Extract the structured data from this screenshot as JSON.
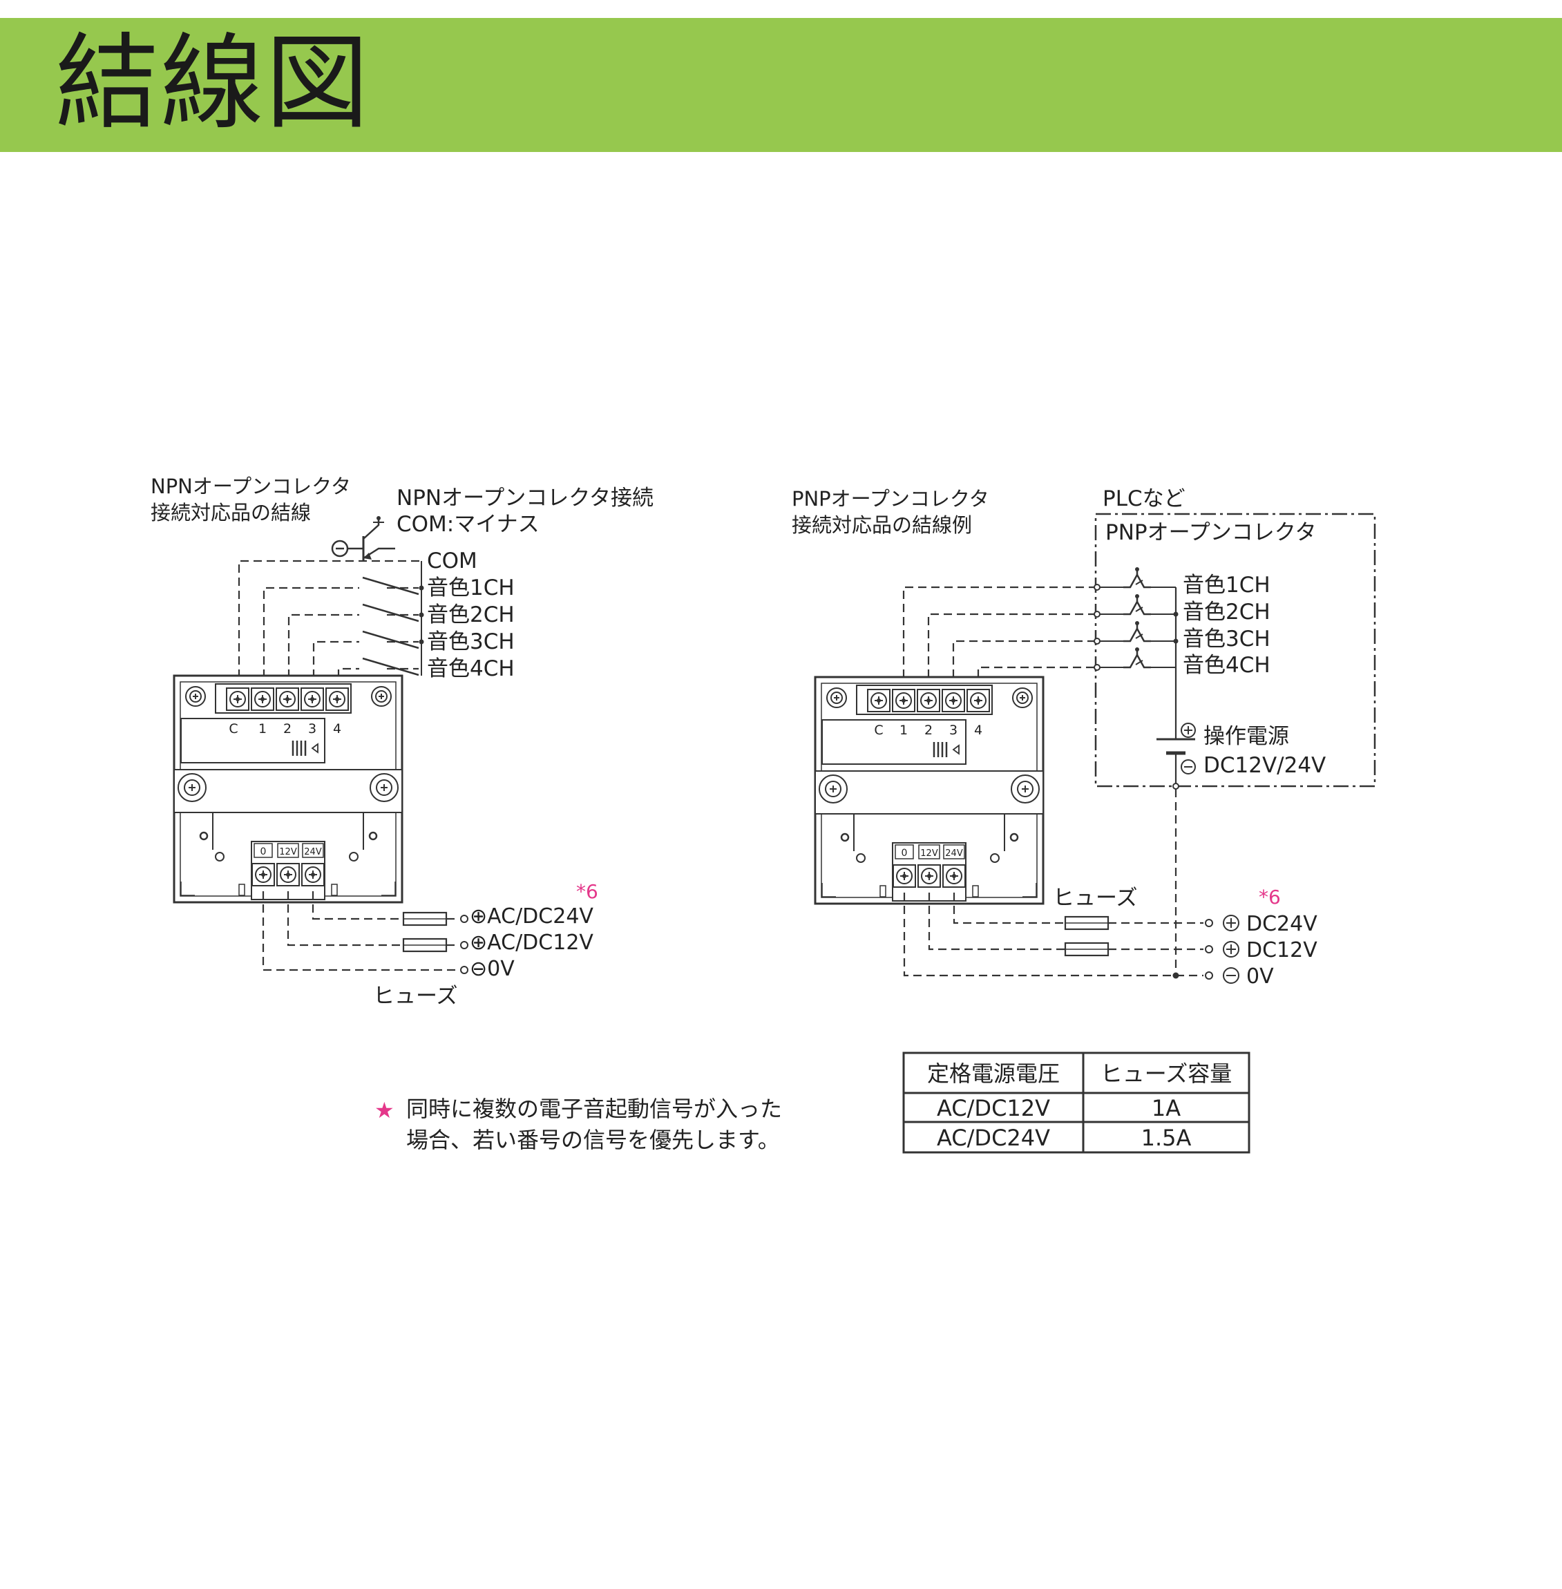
{
  "title": "結線図",
  "npn": {
    "caption1": "NPNオープンコレクタ",
    "caption2": "接続対応品の結線",
    "com_caption1": "NPNオープンコレクタ接続",
    "com_caption2": "COM:マイナス",
    "com_label": "COM",
    "ch1": "音色1CH",
    "ch2": "音色2CH",
    "ch3": "音色3CH",
    "ch4": "音色4CH",
    "terminals": [
      "C",
      "1",
      "2",
      "3",
      "4"
    ],
    "power_terminals": [
      "0",
      "12V",
      "24V"
    ],
    "supply_24": "⊕AC/DC24V",
    "supply_12": "⊕AC/DC12V",
    "supply_0": "⊖0V",
    "fuse_label": "ヒューズ",
    "note_ref": "*6"
  },
  "pnp": {
    "caption1": "PNPオープンコレクタ",
    "caption2": "接続対応品の結線例",
    "plc_label": "PLCなど",
    "plc_box_title": "PNPオープンコレクタ",
    "ch1": "音色1CH",
    "ch2": "音色2CH",
    "ch3": "音色3CH",
    "ch4": "音色4CH",
    "op_power": "操作電源",
    "op_voltage": "DC12V/24V",
    "terminals": [
      "C",
      "1",
      "2",
      "3",
      "4"
    ],
    "power_terminals": [
      "0",
      "12V",
      "24V"
    ],
    "fuse_label": "ヒューズ",
    "note_ref": "*6",
    "supply_24": "DC24V",
    "supply_12": "DC12V",
    "supply_0": "0V"
  },
  "note": {
    "star": "★",
    "line1": "同時に複数の電子音起動信号が入った",
    "line2": "場合、若い番号の信号を優先します。"
  },
  "fuse_table": {
    "headers": [
      "定格電源電圧",
      "ヒューズ容量"
    ],
    "rows": [
      [
        "AC/DC12V",
        "1A"
      ],
      [
        "AC/DC24V",
        "1.5A"
      ]
    ]
  },
  "colors": {
    "banner": "#96c84e",
    "accent": "#e4378a",
    "line": "#333333"
  }
}
